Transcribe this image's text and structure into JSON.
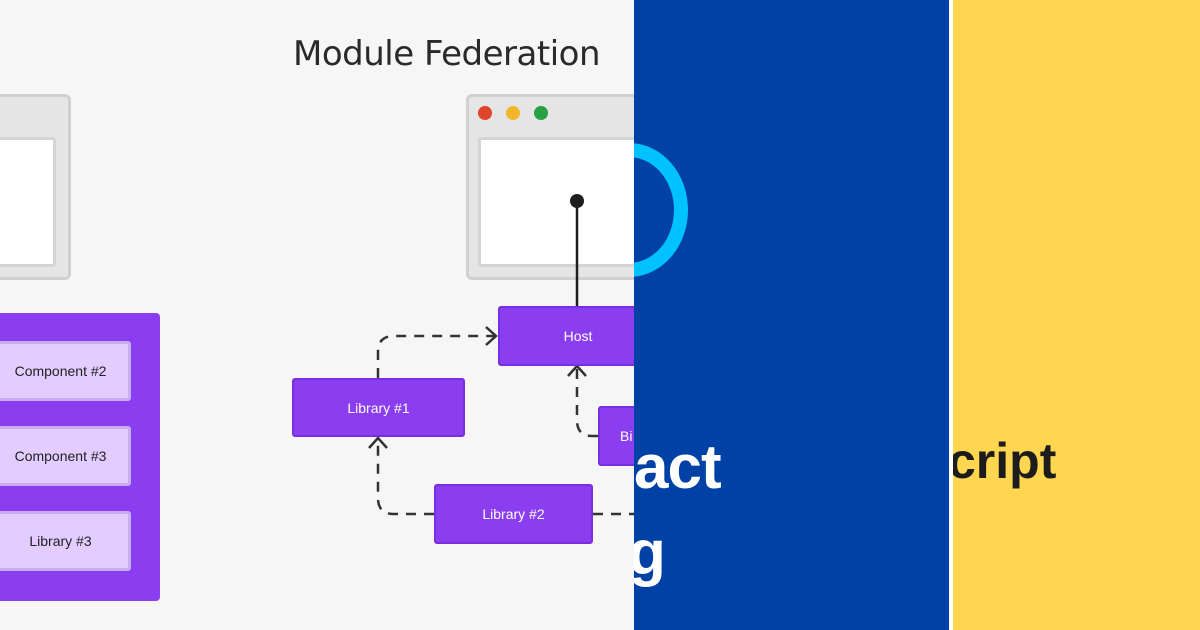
{
  "diagram": {
    "title": "Module Federation",
    "left_container": {
      "items": [
        "Component #2",
        "Component #3",
        "Library #3"
      ]
    },
    "nodes": {
      "host": "Host",
      "library1": "Library #1",
      "library2": "Library #2",
      "partial_node": "Bi"
    },
    "window_dots": [
      "#e0442a",
      "#f2b62c",
      "#27a243"
    ]
  },
  "react_panel": {
    "text_line1": "act",
    "text_line2": "g",
    "background": "#0041a6",
    "logo_color": "#00c2ff"
  },
  "ts_panel": {
    "text": "cript",
    "background": "#ffd64f"
  }
}
